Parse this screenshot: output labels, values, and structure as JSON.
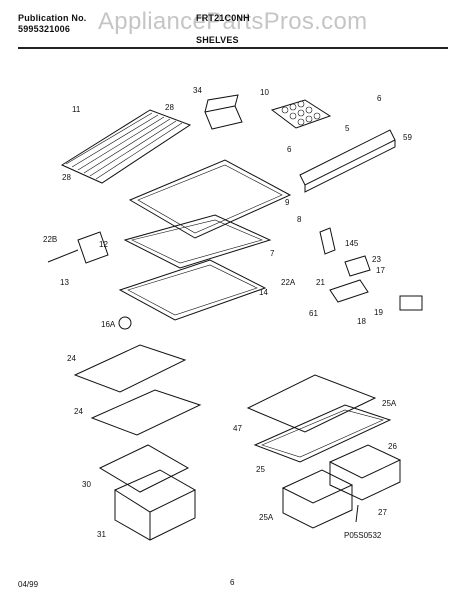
{
  "header": {
    "publication_label": "Publication No.",
    "publication_number": "5995321006",
    "model": "FRT21C0NH",
    "section": "SHELVES",
    "watermark": "AppliancePartsPros.com"
  },
  "parts": [
    "11",
    "28",
    "28",
    "34",
    "10",
    "6",
    "5",
    "59",
    "6",
    "9",
    "8",
    "22B",
    "12",
    "13",
    "7",
    "145",
    "23",
    "17",
    "22A",
    "21",
    "14",
    "16A",
    "61",
    "18",
    "19",
    "24",
    "24",
    "47",
    "25A",
    "26",
    "25",
    "30",
    "31",
    "25A",
    "27"
  ],
  "diagram_code": "P05S0532",
  "footer": {
    "date": "04/99",
    "page": "6"
  }
}
